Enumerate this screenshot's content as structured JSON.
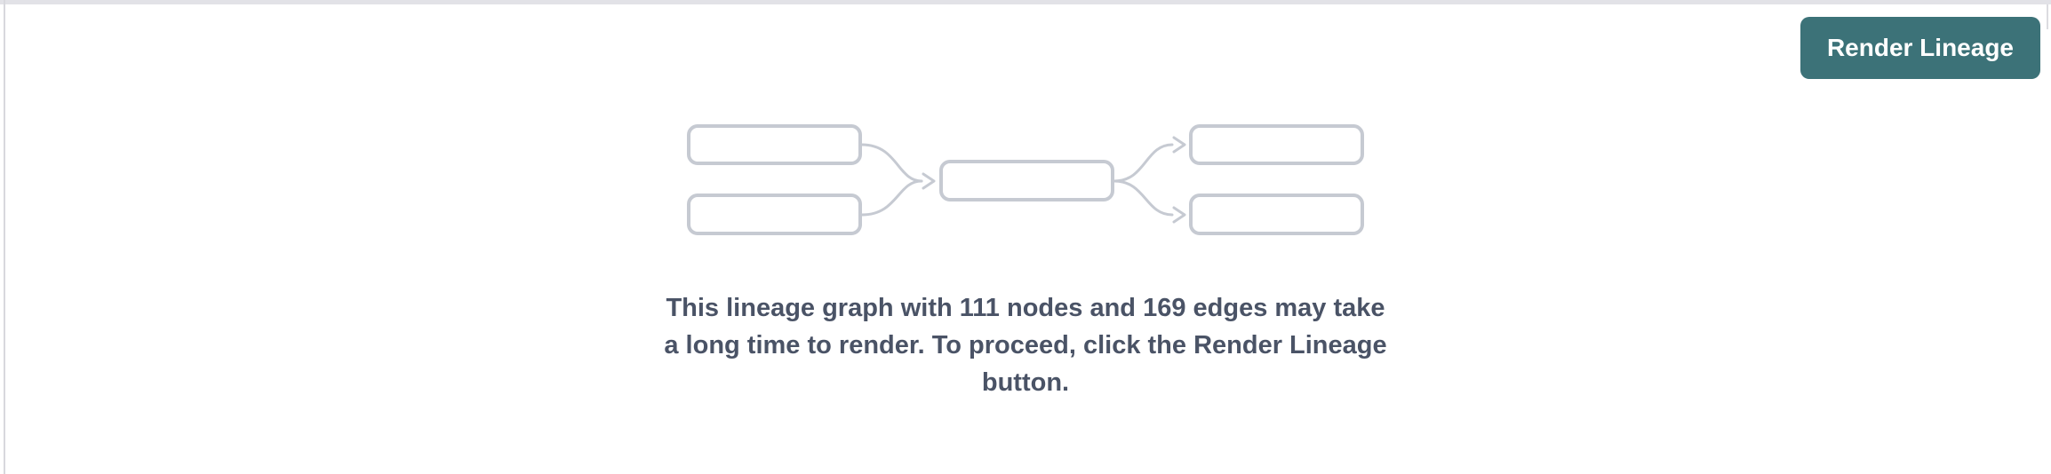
{
  "colors": {
    "background": "#ffffff",
    "accent_teal": "#3c7278",
    "button_text": "#ffffff",
    "message_text": "#4a5366",
    "placeholder_gray": "#c6cad2",
    "top_divider": "#e2e2e7",
    "side_divider": "#d8d8dd"
  },
  "toolbar": {
    "render_button_label": "Render Lineage"
  },
  "placeholder_graph": {
    "nodes": [
      "upstream-top",
      "upstream-bottom",
      "center",
      "downstream-top",
      "downstream-bottom"
    ],
    "edges": [
      {
        "from": "upstream-top",
        "to": "center"
      },
      {
        "from": "upstream-bottom",
        "to": "center"
      },
      {
        "from": "center",
        "to": "downstream-top"
      },
      {
        "from": "center",
        "to": "downstream-bottom"
      }
    ]
  },
  "message": {
    "full_text": "This lineage graph with 111 nodes and 169 edges may take a long time to render. To proceed, click the Render Lineage button.",
    "lines": [
      "This lineage graph with 111 nodes and 169 edges may take",
      "a long time to render. To proceed, click the Render Lineage",
      "button."
    ],
    "node_count": "111",
    "edge_count": "169"
  }
}
